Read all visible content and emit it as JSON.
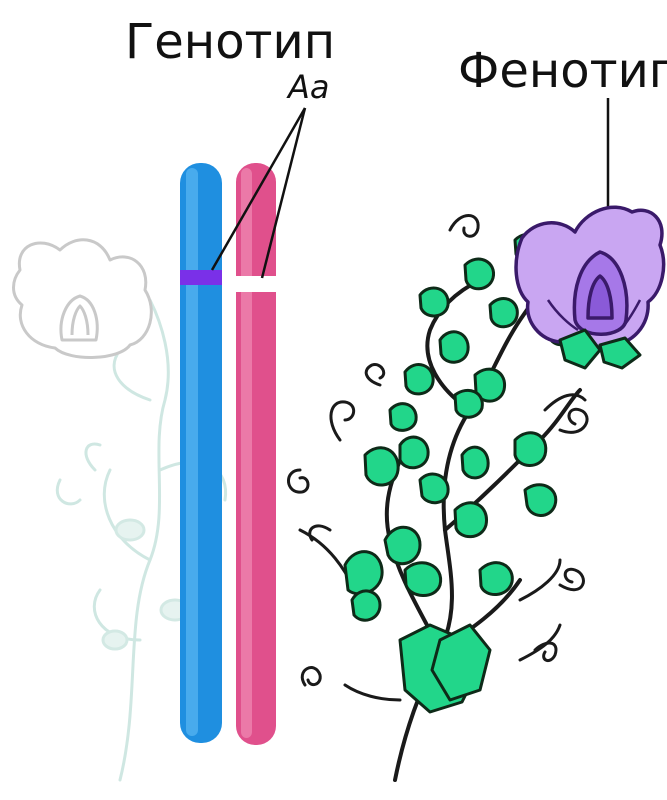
{
  "labels": {
    "genotype": "Генотип",
    "genotype_alleles": "Aa",
    "phenotype": "Фенотип"
  },
  "colors": {
    "chromosome_left": "#1f8fe0",
    "chromosome_right": "#e0508c",
    "allele_dominant_band": "#7a30e8",
    "allele_recessive_band": "#ffffff",
    "flower_petal": "#c9a6f2",
    "flower_outline": "#3a1a6a",
    "leaf": "#22d68a",
    "leaf_outline": "#0e2a18",
    "stem": "#1a1a1a",
    "faded_plant": "#cfe7e2"
  },
  "icons": {
    "chromosome": "chromosome-icon",
    "flower": "pea-flower-icon",
    "plant": "pea-plant-icon"
  }
}
